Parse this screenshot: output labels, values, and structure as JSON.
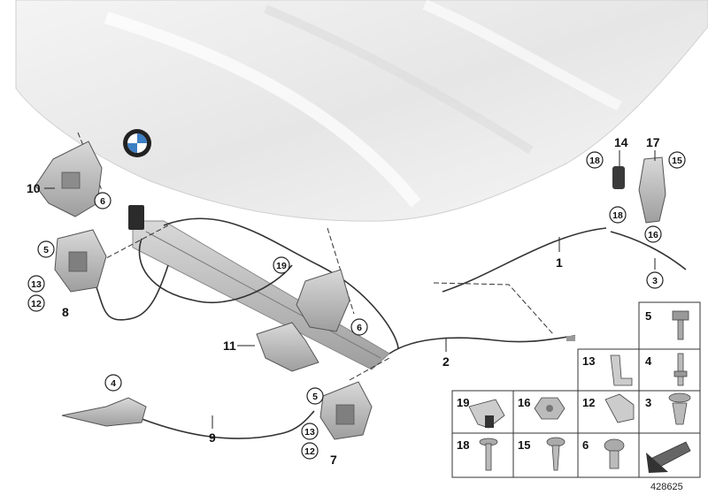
{
  "diagram": {
    "brand_logo_text": "BMW",
    "document_number": "428625",
    "callouts": [
      "1",
      "2",
      "3",
      "4",
      "5",
      "6",
      "7",
      "8",
      "9",
      "10",
      "11",
      "12",
      "13",
      "14",
      "15",
      "16",
      "17",
      "18",
      "19"
    ],
    "parts_grid": {
      "cells": [
        "5",
        "4",
        "13",
        "3",
        "19",
        "16",
        "12",
        "18",
        "15",
        "6"
      ]
    },
    "colors": {
      "hood": "#ececec",
      "part_metal": "#b8b8b8",
      "part_dark": "#3a3a3a",
      "line": "#222222"
    }
  }
}
